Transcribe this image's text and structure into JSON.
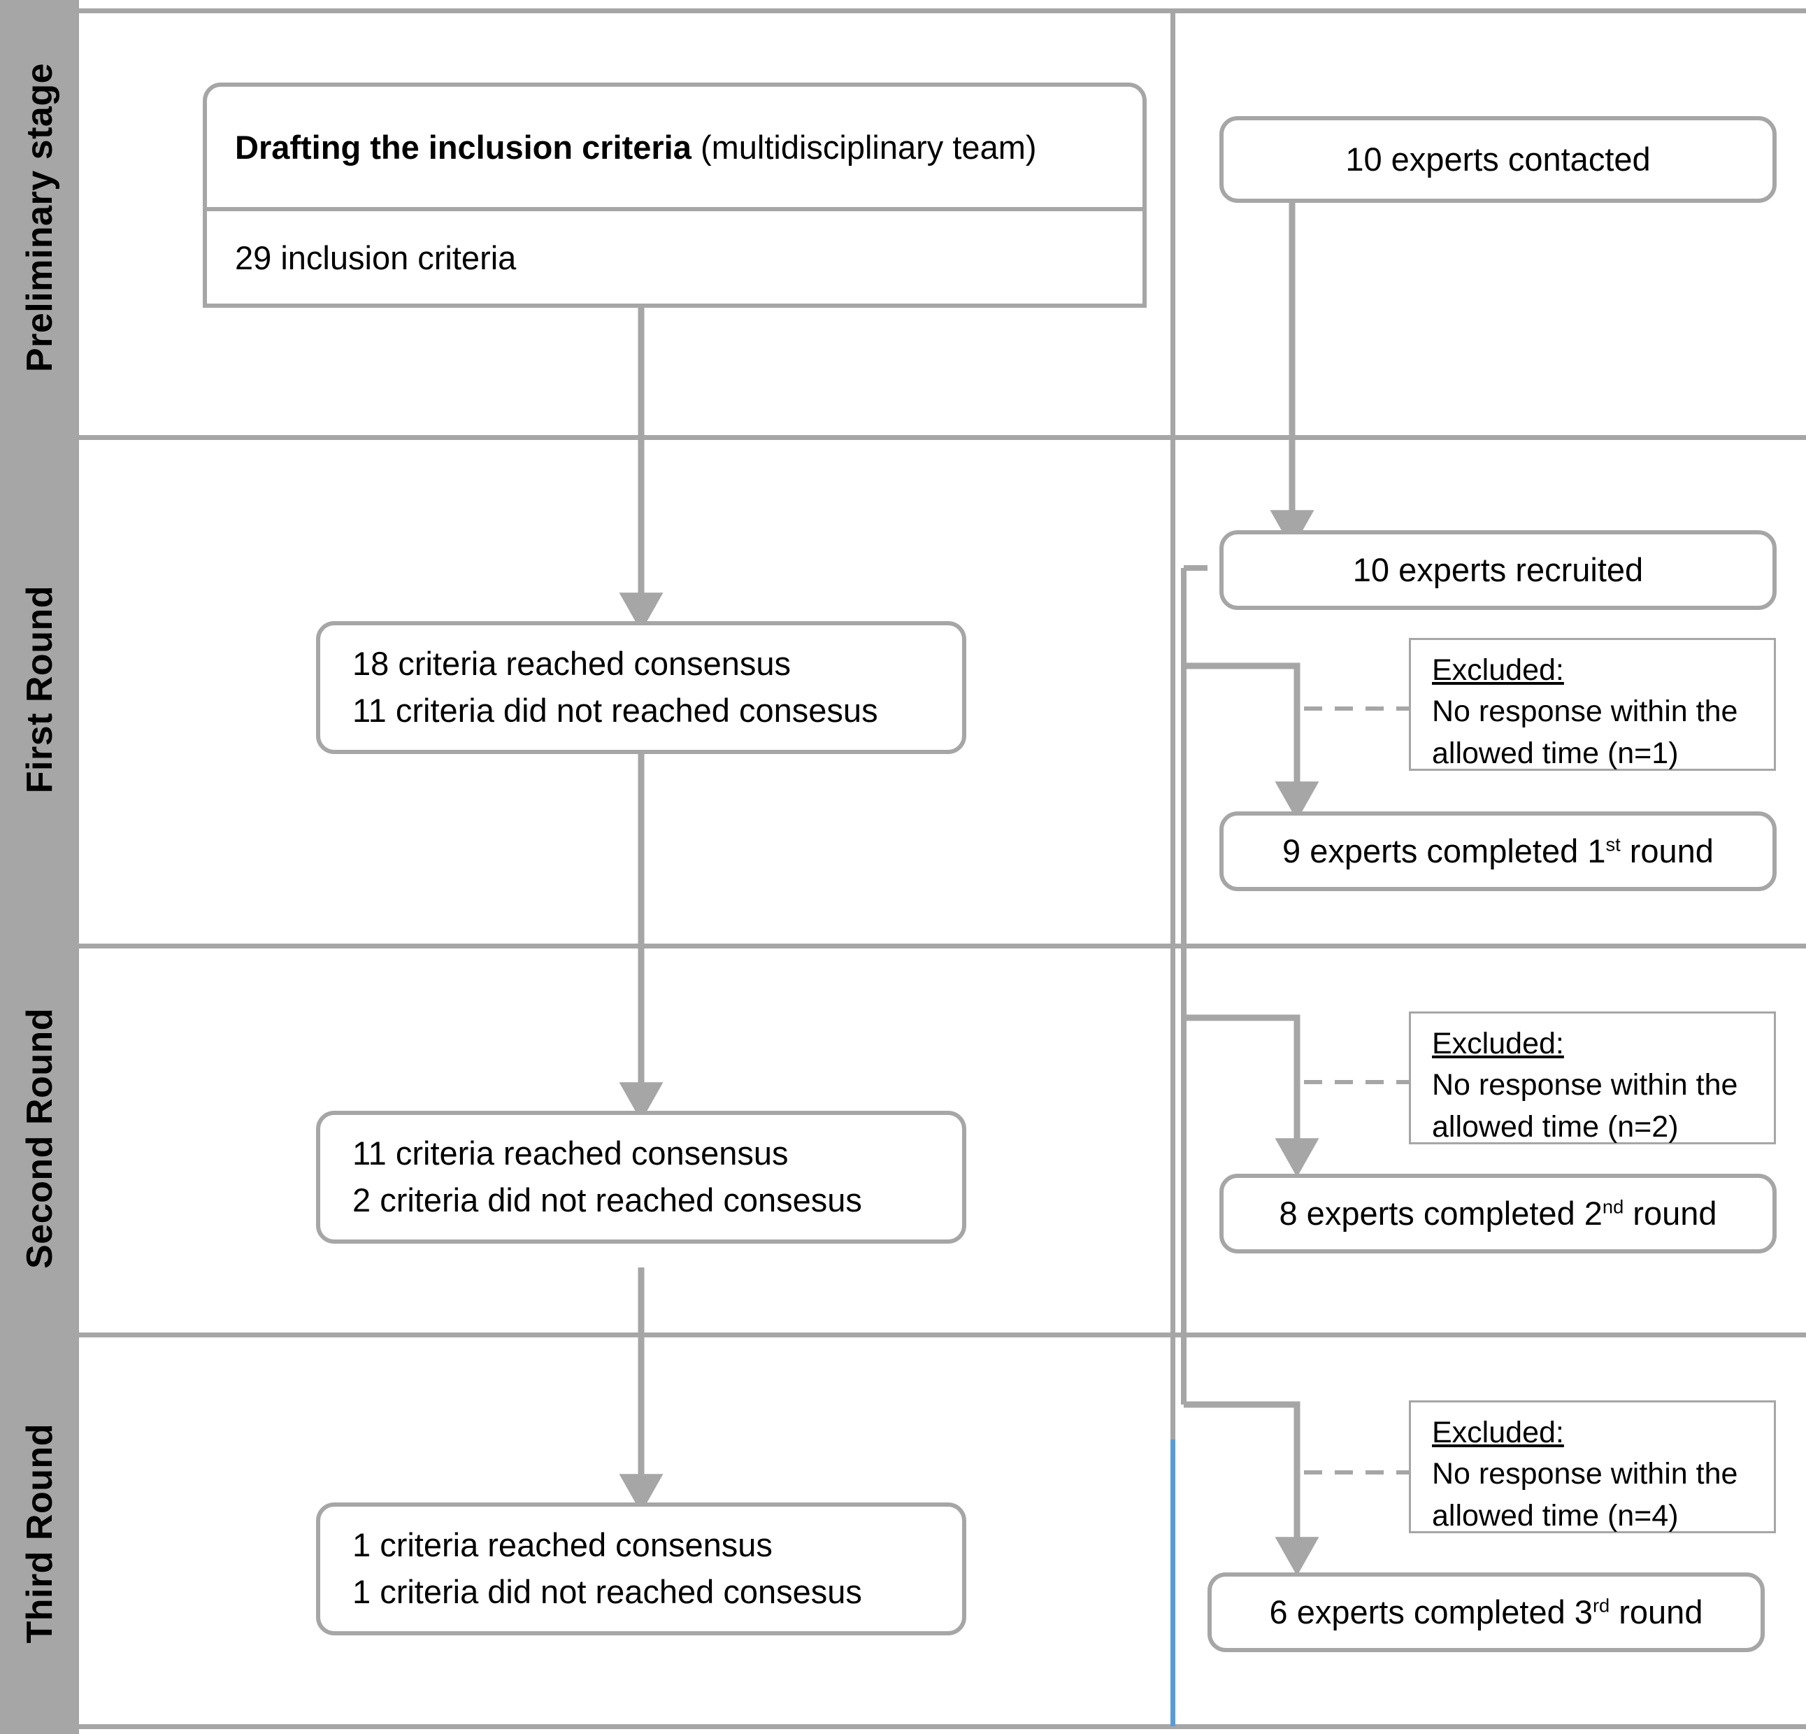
{
  "colors": {
    "rail": "#a6a6a6",
    "line": "#a6a6a6",
    "box_border": "#a6a6a6",
    "accent_blue": "#5b9bd5",
    "text": "#000000",
    "background": "#ffffff"
  },
  "stages": [
    {
      "label": "Preliminary stage"
    },
    {
      "label": "First Round"
    },
    {
      "label": "Second Round"
    },
    {
      "label": "Third Round"
    }
  ],
  "left_column": {
    "drafting": {
      "title_bold": "Drafting the inclusion criteria",
      "title_rest": " (multidisciplinary team)",
      "body": "29 inclusion criteria"
    },
    "round1": {
      "line1": "18 criteria reached consensus",
      "line2": "11 criteria did not reached consesus"
    },
    "round2": {
      "line1": "11 criteria reached consensus",
      "line2": "2 criteria did not reached consesus"
    },
    "round3": {
      "line1": "1 criteria reached consensus",
      "line2": "1 criteria did not reached consesus"
    }
  },
  "right_column": {
    "contacted": "10 experts contacted",
    "recruited": "10 experts recruited",
    "completed_r1_pre": "9 experts completed 1",
    "completed_r1_sup": "st",
    "completed_r1_post": " round",
    "completed_r2_pre": "8 experts completed 2",
    "completed_r2_sup": "nd",
    "completed_r2_post": " round",
    "completed_r3_pre": "6 experts completed 3",
    "completed_r3_sup": "rd",
    "completed_r3_post": " round",
    "excluded": [
      {
        "header": "Excluded:",
        "line1": "No response within the",
        "line2": "allowed time (n=1)"
      },
      {
        "header": "Excluded:",
        "line1": "No response within the",
        "line2": "allowed time (n=2)"
      },
      {
        "header": "Excluded:",
        "line1": "No response within the",
        "line2": "allowed time (n=4)"
      }
    ]
  },
  "icons": {
    "arrow_down": "arrow-down-icon",
    "dashed_link": "dashed-connector-icon"
  }
}
